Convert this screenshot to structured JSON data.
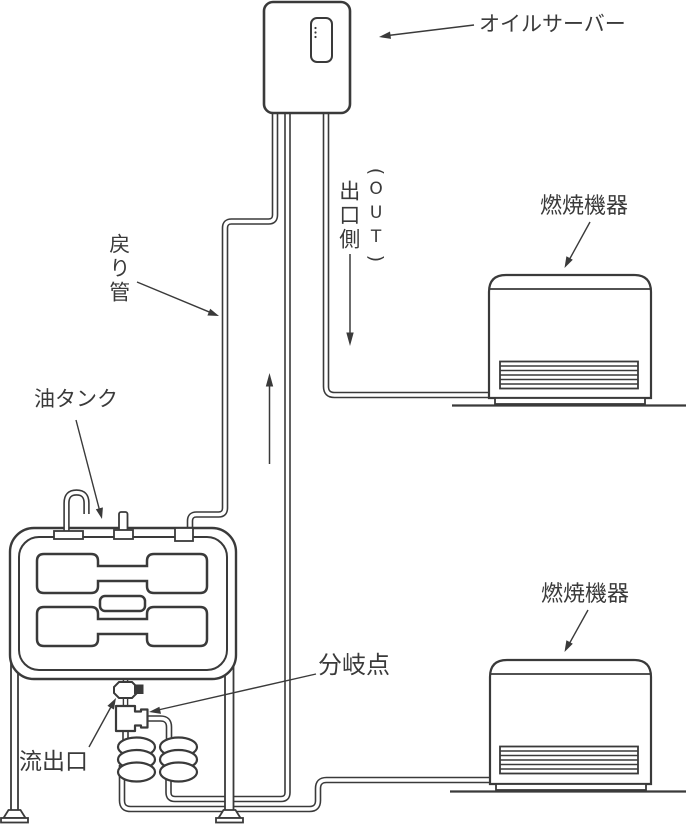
{
  "diagram": {
    "background": "#ffffff",
    "line_color": "#3a3a3a",
    "labels": {
      "oil_server": "オイルサーバー",
      "combustion_device_top": "燃焼機器",
      "combustion_device_bottom": "燃焼機器",
      "return_pipe": "戻り管",
      "outlet_side": "出口側",
      "outlet_paren_open": "(",
      "outlet_out": "OUT",
      "outlet_paren_close": ")",
      "oil_tank": "油タンク",
      "branch_point": "分岐点",
      "outflow_port": "流出口"
    }
  }
}
